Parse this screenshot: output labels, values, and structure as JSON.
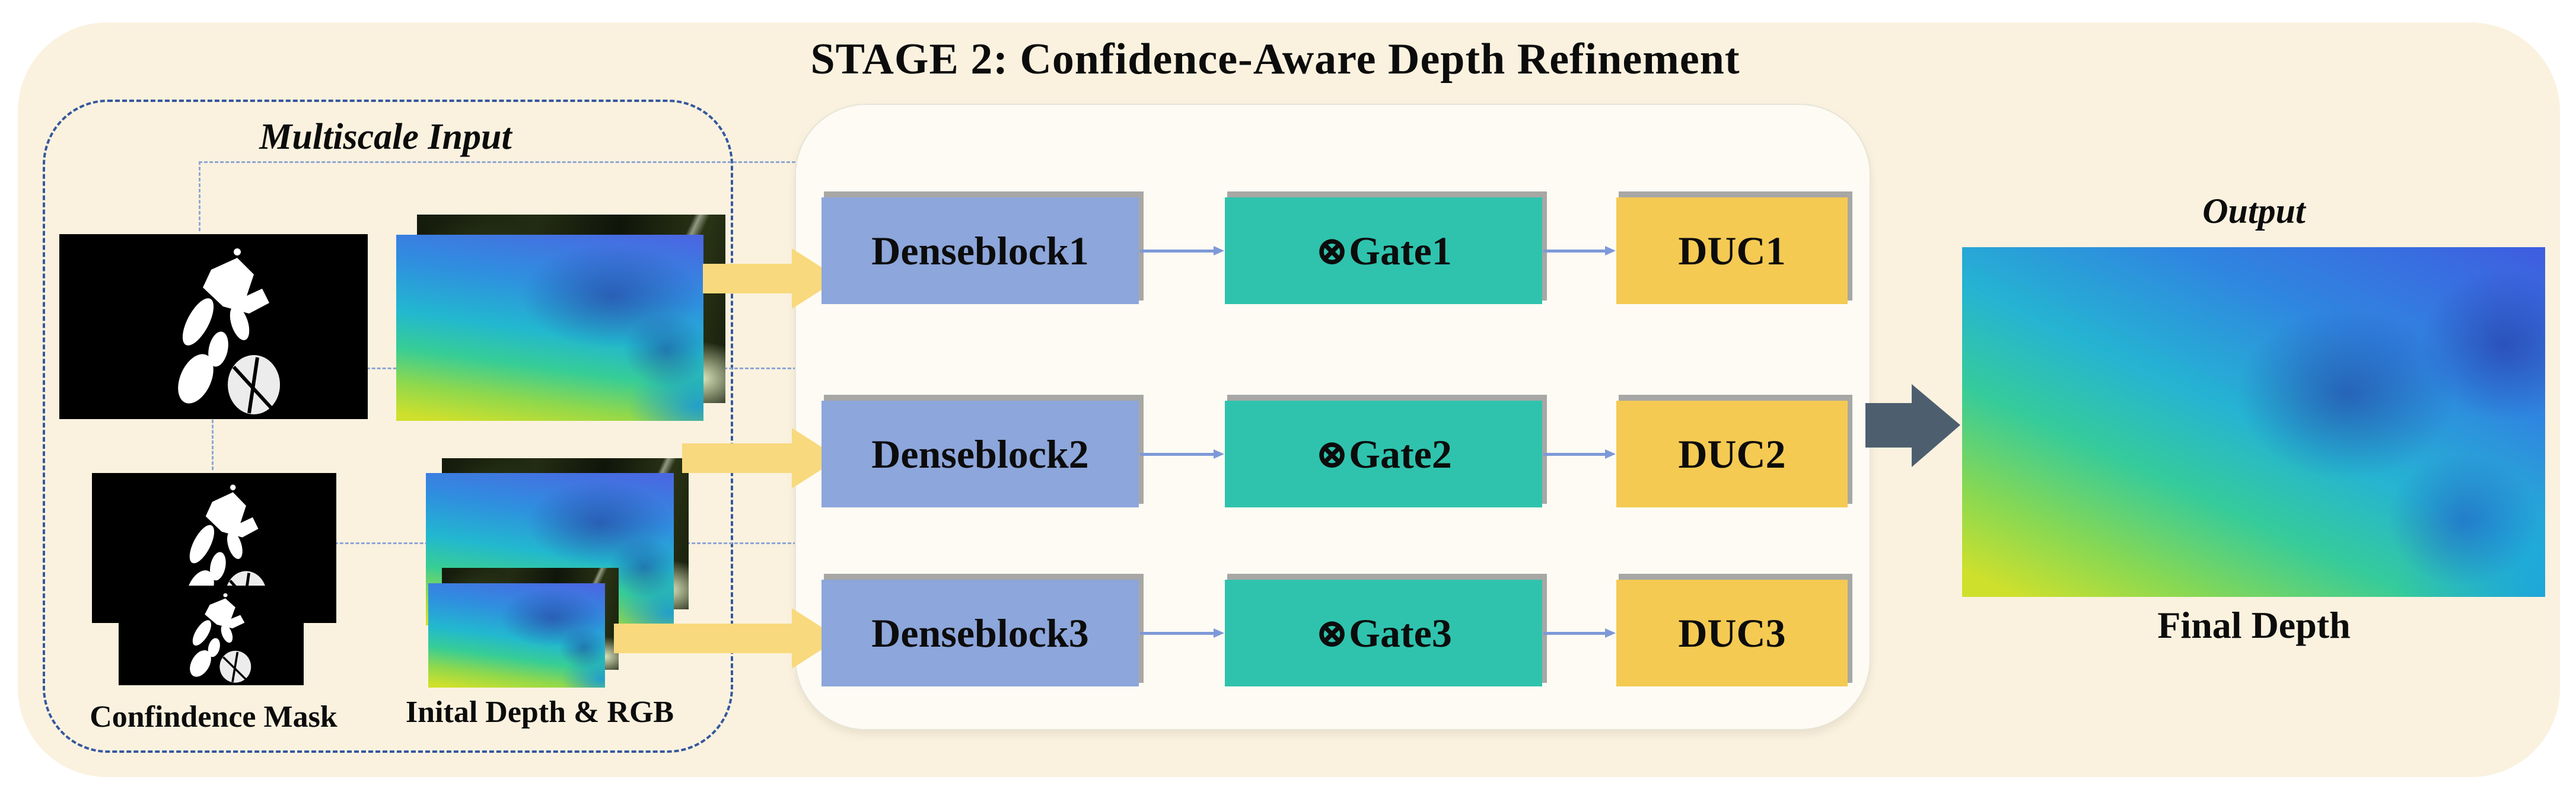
{
  "figure": {
    "title": "STAGE 2: Confidence-Aware Depth Refinement",
    "input_group": {
      "label": "Multiscale Input",
      "captions": {
        "mask": "Confindence Mask",
        "depth_rgb": "Inital Depth & RGB"
      }
    },
    "pipeline": {
      "rows": [
        {
          "denseblock": "Denseblock1",
          "gate": "⊗Gate1",
          "duc": "DUC1"
        },
        {
          "denseblock": "Denseblock2",
          "gate": "⊗Gate2",
          "duc": "DUC2"
        },
        {
          "denseblock": "Denseblock3",
          "gate": "⊗Gate3",
          "duc": "DUC3"
        }
      ]
    },
    "output": {
      "label": "Output",
      "caption": "Final Depth"
    },
    "colors": {
      "page_background": "#ffffff",
      "stage_panel": "#faf2df",
      "pipeline_panel": "#fdfbf3",
      "denseblock_fill": "#8da6db",
      "gate_fill": "#2fc3ae",
      "duc_fill": "#f4ca52",
      "input_arrow": "#f9d97d",
      "merge_arrow": "#4d5e6f",
      "flow_arrow": "#7e99d8",
      "dashed_border": "#35579e",
      "skip_line": "#8fa6d4",
      "box_shadow": "#a7a7a5"
    }
  }
}
